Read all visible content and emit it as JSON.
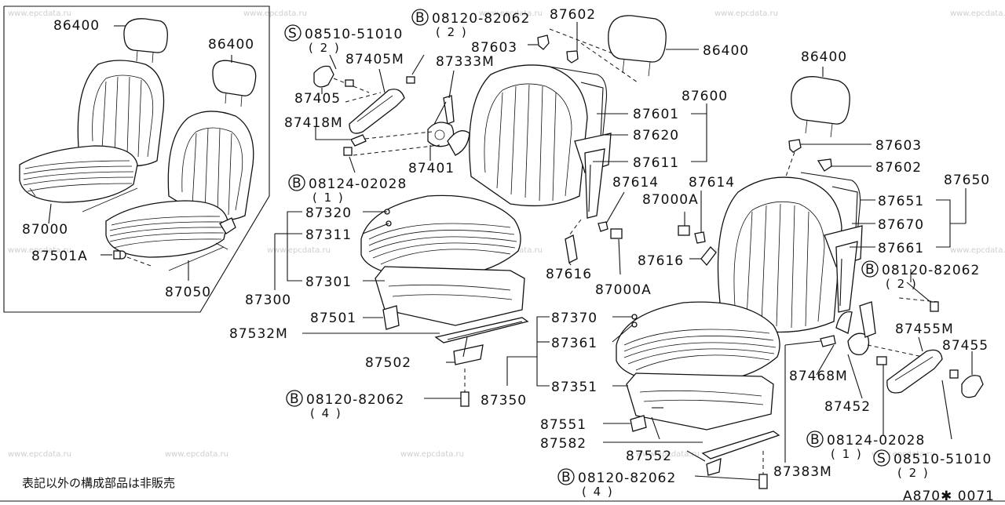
{
  "watermark": "www.epcdata.ru",
  "diagram_code": "A870✱ 0071",
  "footer_note": "表記以外の構成部品は非販売",
  "inset_labels": {
    "headrest_left": "86400",
    "headrest_right": "86400",
    "seat_assy_driver": "87000",
    "seat_assy_passenger": "87050",
    "seat_bolt": "87501A"
  },
  "labels": {
    "screw_s_top": "08510-51010",
    "screw_s_top_qty": "( 2 )",
    "bolt_b_top": "08120-82062",
    "bolt_b_top_qty": "( 2 )",
    "cover_87405": "87405",
    "cover_87405m": "87405M",
    "lever_87333m": "87333M",
    "knob_87418m": "87418M",
    "recliner_87401": "87401",
    "bolt_b_mid": "08124-02028",
    "bolt_b_mid_qty": "( 1 )",
    "clip_87603_top": "87603",
    "clip_87602_top": "87602",
    "headrest_center": "86400",
    "back_87600": "87600",
    "back_87601": "87601",
    "back_87620": "87620",
    "back_87611": "87611",
    "cushion_87320": "87320",
    "cushion_87311": "87311",
    "cushion_87301": "87301",
    "cushion_87300": "87300",
    "clip_87614_l": "87614",
    "bolt_87000a_l": "87000A",
    "bracket_87616_l": "87616",
    "slide_87501": "87501",
    "rail_87532m": "87532M",
    "rail_87502": "87502",
    "bolt_b_bot": "08120-82062",
    "bolt_b_bot_qty": "( 4 )",
    "cushion_87370": "87370",
    "cushion_87361": "87361",
    "cushion_87351": "87351",
    "cushion_87350": "87350",
    "slide_87551": "87551",
    "slide_87582": "87582",
    "slide_87552": "87552",
    "bolt_b_bot2": "08120-82062",
    "bolt_b_bot2_qty": "( 4 )",
    "rail_87383m": "87383M",
    "headrest_right_main": "86400",
    "clip_87603_r": "87603",
    "clip_87602_r": "87602",
    "clip_87614_r": "87614",
    "bolt_87000a_r": "87000A",
    "bracket_87616_r": "87616",
    "back_87650": "87650",
    "back_87651": "87651",
    "back_87670": "87670",
    "back_87661": "87661",
    "bolt_b_right": "08120-82062",
    "bolt_b_right_qty": "( 2 )",
    "cover_87455m": "87455M",
    "cover_87455": "87455",
    "lever_87468m": "87468M",
    "recliner_87452": "87452",
    "bolt_b_right2": "08124-02028",
    "bolt_b_right2_qty": "( 1 )",
    "screw_s_right": "08510-51010",
    "screw_s_right_qty": "( 2 )"
  },
  "symbols": {
    "bolt": "B",
    "screw": "S"
  }
}
